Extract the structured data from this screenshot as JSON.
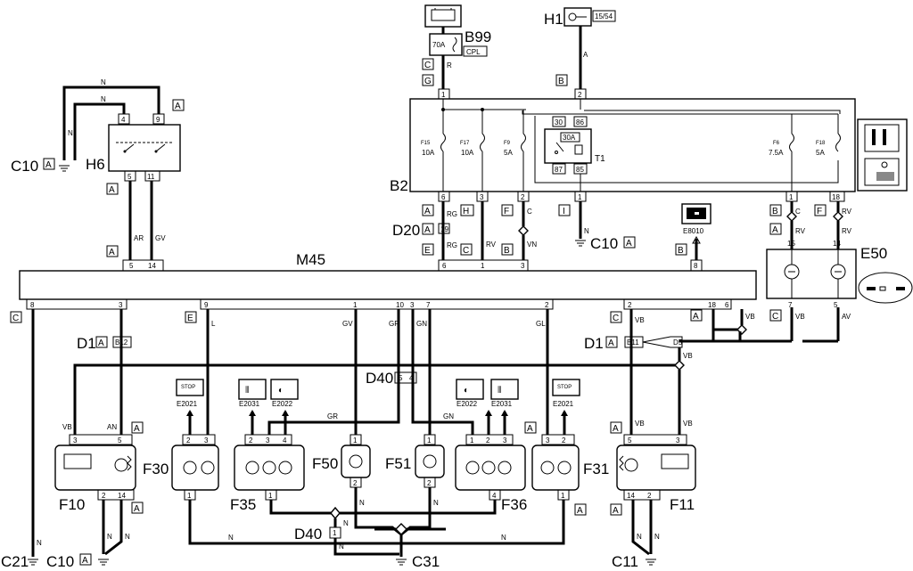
{
  "diagram": {
    "components": {
      "B99": {
        "label": "B99",
        "fuse": "70A",
        "tag": "CPL"
      },
      "H1": {
        "label": "H1",
        "tag": "15/54"
      },
      "H6": {
        "label": "H6"
      },
      "B2": {
        "label": "B2",
        "relay": "T1",
        "relay_rating": "30A",
        "relay_pins": [
          "30",
          "86",
          "87",
          "85"
        ],
        "fuses": [
          {
            "name": "F15",
            "rating": "10A"
          },
          {
            "name": "F17",
            "rating": "10A"
          },
          {
            "name": "F9",
            "rating": "5A"
          },
          {
            "name": "F6",
            "rating": "7.5A"
          },
          {
            "name": "F18",
            "rating": "5A"
          }
        ]
      },
      "D20": {
        "label": "D20"
      },
      "M45": {
        "label": "M45"
      },
      "E8010": {
        "label": "E8010"
      },
      "E50": {
        "label": "E50"
      },
      "D1_left": {
        "label": "D1"
      },
      "D1_right": {
        "label": "D1"
      },
      "D40_top": {
        "label": "D40"
      },
      "D40_bottom": {
        "label": "D40"
      },
      "F10": {
        "label": "F10"
      },
      "F11": {
        "label": "F11"
      },
      "F30": {
        "label": "F30"
      },
      "F31": {
        "label": "F31"
      },
      "F35": {
        "label": "F35"
      },
      "F36": {
        "label": "F36"
      },
      "F50": {
        "label": "F50"
      },
      "F51": {
        "label": "F51"
      },
      "E2021": {
        "label": "E2021"
      },
      "E2031": {
        "label": "E2031"
      },
      "E2022": {
        "label": "E2022"
      },
      "C10": {
        "label": "C10"
      },
      "C21": {
        "label": "C21"
      },
      "C31": {
        "label": "C31"
      },
      "C11": {
        "label": "C11"
      }
    },
    "connector_letters": {
      "A": "A",
      "B": "B",
      "C": "C",
      "E": "E",
      "F": "F",
      "G": "G",
      "H": "H",
      "I": "I"
    },
    "pins": {
      "p1": "1",
      "p2": "2",
      "p3": "3",
      "p4": "4",
      "p5": "5",
      "p6": "6",
      "p7": "7",
      "p8": "8",
      "p9": "9",
      "p10": "10",
      "p11": "11",
      "p14": "14",
      "p15": "15",
      "p18": "18",
      "p19": "19",
      "B12": "B12",
      "B11": "B11",
      "D5": "D5"
    },
    "wire_colors": {
      "N": "N",
      "R": "R",
      "A": "A",
      "AR": "AR",
      "GV": "GV",
      "RG": "RG",
      "RV": "RV",
      "C": "C",
      "VN": "VN",
      "L": "L",
      "GR": "GR",
      "GN": "GN",
      "GL": "GL",
      "VB": "VB",
      "AV": "AV",
      "AN": "AN"
    },
    "icon_text": {
      "stop": "STOP"
    }
  }
}
